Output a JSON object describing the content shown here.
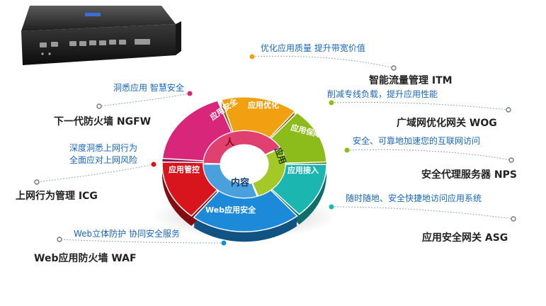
{
  "colors": {
    "text_blue": "#1a66b8",
    "text_dark": "#222222",
    "seg_magenta": "#d8267a",
    "seg_orange": "#f0a010",
    "seg_green": "#8cbc1c",
    "seg_teal": "#1cb6b0",
    "seg_blue": "#1c8ad8",
    "seg_red": "#d8141c",
    "inner_red": "#e04070",
    "inner_green": "#a4c828",
    "inner_blue": "#4aa0dc"
  },
  "wheel": {
    "segments": [
      {
        "id": "app-security",
        "label": "应用安全",
        "color": "#d8267a"
      },
      {
        "id": "app-optimize",
        "label": "应用优化",
        "color": "#f0a010"
      },
      {
        "id": "app-guarantee",
        "label": "应用保障",
        "color": "#8cbc1c"
      },
      {
        "id": "app-access",
        "label": "应用接入",
        "color": "#1cb6b0"
      },
      {
        "id": "web-app-security",
        "label": "Web应用安全",
        "color": "#1c8ad8"
      },
      {
        "id": "app-control",
        "label": "应用管控",
        "color": "#d8141c"
      }
    ],
    "inner": {
      "person": "人",
      "application": "应用",
      "content": "内容"
    }
  },
  "callouts": [
    {
      "id": "itm",
      "desc": "优化应用质量 提升带宽价值",
      "product": "智能流量管理 ITM"
    },
    {
      "id": "ngfw",
      "desc": "洞悉应用 智慧安全",
      "product": "下一代防火墙 NGFW"
    },
    {
      "id": "wog",
      "desc": "削减专线负载，提升应用性能",
      "product": "广域网优化网关 WOG"
    },
    {
      "id": "icg",
      "desc_line1": "深度洞悉上网行为",
      "desc_line2": "全面应对上网风险",
      "product": "上网行为管理 ICG"
    },
    {
      "id": "nps",
      "desc": "安全、可靠地加速您的互联网访问",
      "product": "安全代理服务器 NPS"
    },
    {
      "id": "asg",
      "desc": "随时随地、安全快捷地访问应用系统",
      "product": "应用安全网关 ASG"
    },
    {
      "id": "waf",
      "desc": "Web立体防护 协同安全服务",
      "product": "Web应用防火墙 WAF"
    }
  ]
}
